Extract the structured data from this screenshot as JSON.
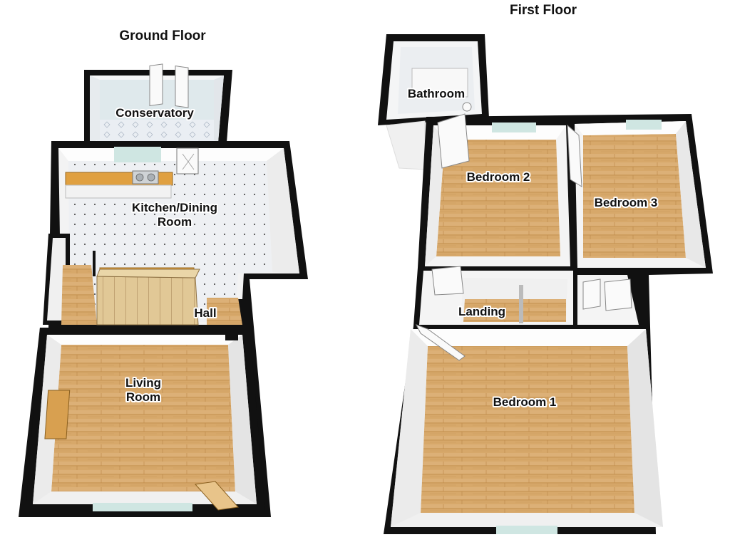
{
  "floors": {
    "ground": {
      "title": "Ground Floor",
      "rooms": {
        "conservatory": "Conservatory",
        "kitchen_line1": "Kitchen/Dining",
        "kitchen_line2": "Room",
        "hall": "Hall",
        "living_line1": "Living",
        "living_line2": "Room"
      }
    },
    "first": {
      "title": "First Floor",
      "rooms": {
        "bathroom": "Bathroom",
        "bedroom2": "Bedroom 2",
        "bedroom3": "Bedroom 3",
        "landing": "Landing",
        "bedroom1": "Bedroom 1"
      }
    }
  },
  "colors": {
    "wall": "#111111",
    "wall_face": "#f4f4f4",
    "wood": "#d6a868",
    "tile": "#eef0f3",
    "window": "#cfe6e2",
    "worktop": "#e0a040"
  }
}
